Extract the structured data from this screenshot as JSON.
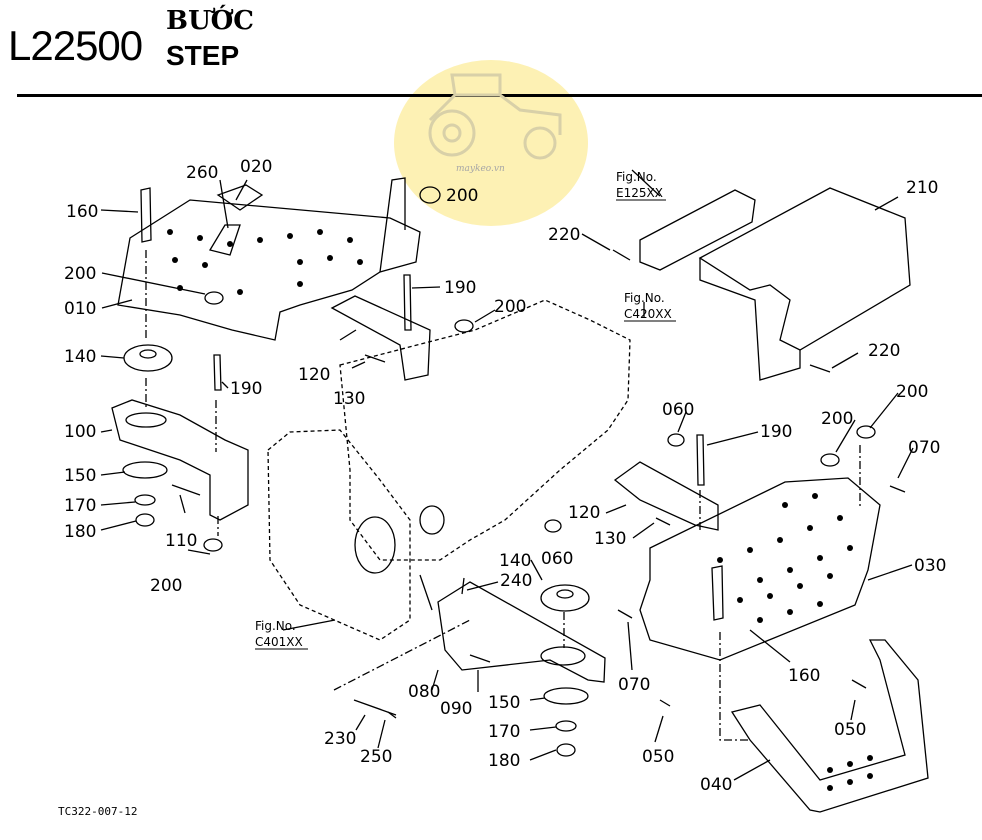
{
  "header": {
    "code": "L22500",
    "title_vi": "BƯỚC",
    "title_en": "STEP"
  },
  "watermark": {
    "text": "maykeo.vn",
    "color": "#fdf1b4"
  },
  "footer": {
    "code": "TC322-007-12"
  },
  "fig_refs": [
    {
      "line1": "Fig.No.",
      "line2": "E125XX"
    },
    {
      "line1": "Fig.No.",
      "line2": "C420XX"
    },
    {
      "line1": "Fig.No.",
      "line2": "C401XX"
    }
  ],
  "labels": {
    "p020": "020",
    "p260": "260",
    "p200a": "200",
    "p160a": "160",
    "p200b": "200",
    "p010": "010",
    "p190a": "190",
    "p200c": "200",
    "p140a": "140",
    "p120a": "120",
    "p190b": "190",
    "p130a": "130",
    "p100": "100",
    "p150a": "150",
    "p170a": "170",
    "p180a": "180",
    "p110": "110",
    "p200d": "200",
    "p210": "210",
    "p220a": "220",
    "p220b": "220",
    "p200e": "200",
    "p200f": "200",
    "p070a": "070",
    "p060a": "060",
    "p190c": "190",
    "p120b": "120",
    "p130b": "130",
    "p030": "030",
    "p160b": "160",
    "p140b": "140",
    "p060b": "060",
    "p240": "240",
    "p080": "080",
    "p090": "090",
    "p150b": "150",
    "p170b": "170",
    "p180b": "180",
    "p230": "230",
    "p250": "250",
    "p070b": "070",
    "p050a": "050",
    "p050b": "050",
    "p040": "040"
  }
}
